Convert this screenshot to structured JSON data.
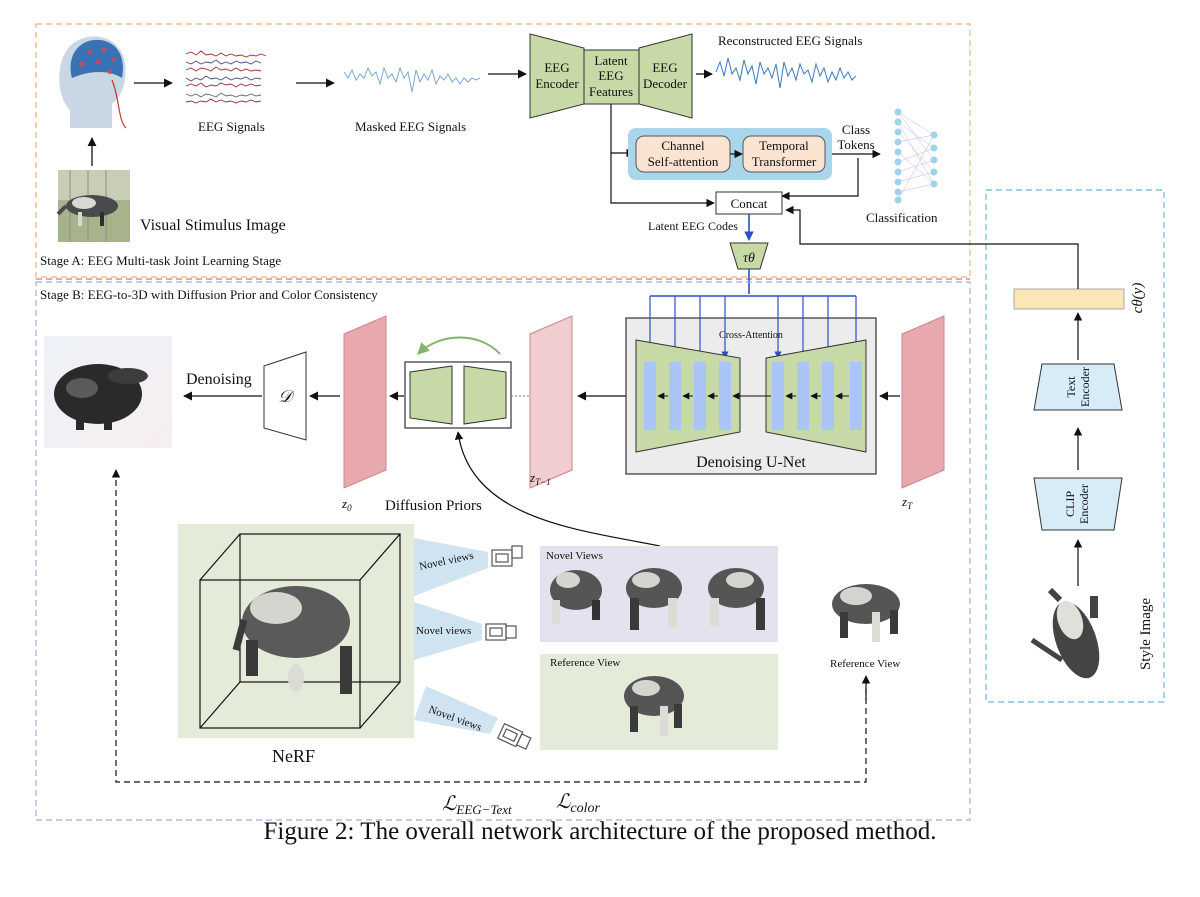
{
  "stage_a": {
    "label": "Stage A: EEG Multi-task Joint Learning Stage",
    "eeg_signals": "EEG Signals",
    "masked_eeg_signals": "Masked EEG Signals",
    "visual_stimulus": "Visual Stimulus Image",
    "eeg_encoder": [
      "EEG",
      "Encoder"
    ],
    "latent_features": [
      "Latent",
      "EEG",
      "Features"
    ],
    "eeg_decoder": [
      "EEG",
      "Decoder"
    ],
    "reconstructed": "Reconstructed EEG Signals",
    "channel_attention": [
      "Channel",
      "Self-attention"
    ],
    "temporal_transformer": [
      "Temporal",
      "Transformer"
    ],
    "class_tokens": [
      "Class",
      "Tokens"
    ],
    "classification": "Classification",
    "concat": "Concat",
    "latent_codes": "Latent EEG Codes",
    "tau": "τθ"
  },
  "stage_b": {
    "label": "Stage B: EEG-to-3D with Diffusion Prior and Color Consistency",
    "denoising": "Denoising",
    "decoder_symbol": "𝒟",
    "z0": "z",
    "z0_sub": "0",
    "zt1": "z",
    "zt1_sub": "T−1",
    "zt": "z",
    "zt_sub": "T",
    "diffusion_priors": "Diffusion  Priors",
    "cross_attention": "Cross-Attention",
    "unet": "Denoising U-Net",
    "novel_views": [
      "Novel views",
      "Novel views",
      "Novel views"
    ],
    "novel_views_panel": "Novel  Views",
    "reference_view_panel": "Reference View",
    "reference_view": "Reference View",
    "nerf": "NeRF",
    "loss_eeg_text": "ℒ",
    "loss_eeg_text_sub": "EEG−Text",
    "loss_color": "ℒ",
    "loss_color_sub": "color"
  },
  "right_panel": {
    "style_image": "Style  Image",
    "clip_encoder": [
      "CLIP",
      "Encoder"
    ],
    "text_encoder": [
      "Text",
      "Encoder"
    ],
    "c_theta": "cθ(y)"
  },
  "caption": "Figure 2: The overall network architecture of the proposed method.",
  "colors": {
    "stage_a_border": "#f0b07a",
    "stage_b_border": "#9fb0d8",
    "right_border": "#6fb3e0",
    "separator": "#e08a8a",
    "green_block": "#c6d9a6",
    "latent_tau_blue": "#2a50c8",
    "blue_bars": "#a9c4f5",
    "pink_latent": "#e8a9ae",
    "peach_box": "#fbe3d2",
    "teal_highlight": "#a9d6ea",
    "beige_feature": "#fbe7b5",
    "light_blue_encoder": "#d7ecf6",
    "panel_green": "#e4ecd9",
    "panel_lavender": "#e6e1ee"
  }
}
